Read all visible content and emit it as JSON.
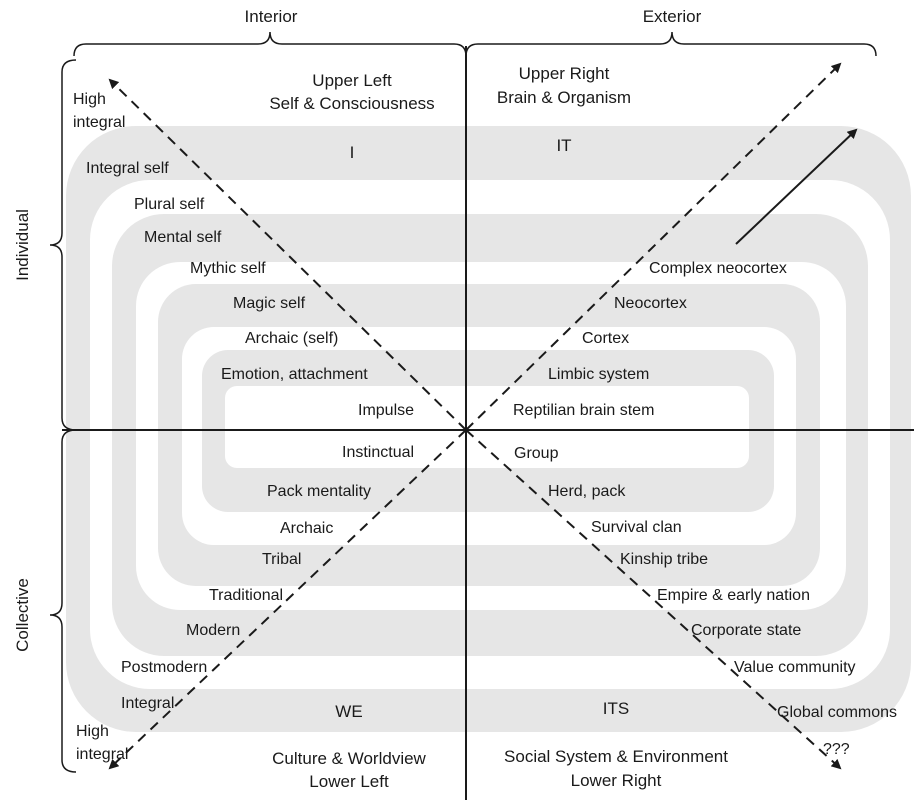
{
  "headers": {
    "interior": "Interior",
    "exterior": "Exterior",
    "individual": "Individual",
    "collective": "Collective"
  },
  "quadrants": {
    "upper_left": {
      "title": "Upper Left",
      "subtitle": "Self & Consciousness",
      "pronoun": "I"
    },
    "upper_right": {
      "title": "Upper Right",
      "subtitle": "Brain & Organism",
      "pronoun": "IT"
    },
    "lower_left": {
      "title": "Lower Left",
      "subtitle": "Culture & Worldview",
      "pronoun": "WE"
    },
    "lower_right": {
      "title": "Lower Right",
      "subtitle": "Social System & Environment",
      "pronoun": "ITS"
    }
  },
  "upper_left_levels": {
    "high_integral_1": "High",
    "high_integral_2": "integral",
    "l1": "Integral self",
    "l2": "Plural self",
    "l3": "Mental self",
    "l4": "Mythic self",
    "l5": "Magic self",
    "l6": "Archaic (self)",
    "l7": "Emotion, attachment",
    "l8": "Impulse"
  },
  "upper_right_levels": {
    "l1": "Complex neocortex",
    "l2": "Neocortex",
    "l3": "Cortex",
    "l4": "Limbic system",
    "l5": "Reptilian brain stem"
  },
  "lower_left_levels": {
    "l1": "Instinctual",
    "l2": "Pack mentality",
    "l3": "Archaic",
    "l4": "Tribal",
    "l5": "Traditional",
    "l6": "Modern",
    "l7": "Postmodern",
    "l8": "Integral",
    "high_integral_1": "High",
    "high_integral_2": "integral"
  },
  "lower_right_levels": {
    "l1": "Group",
    "l2": "Herd, pack",
    "l3": "Survival clan",
    "l4": "Kinship tribe",
    "l5": "Empire & early nation",
    "l6": "Corporate state",
    "l7": "Value community",
    "l8": "Global commons",
    "l9": "???"
  },
  "colors": {
    "band": "#e6e6e6",
    "background": "#ffffff",
    "ink": "#1a1a1a"
  }
}
